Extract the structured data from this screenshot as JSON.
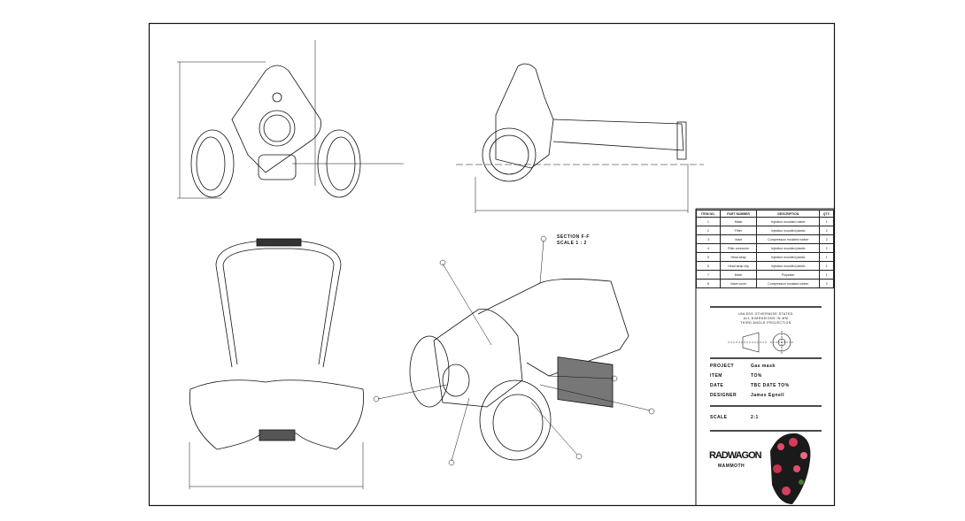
{
  "section_label": "SECTION F-F",
  "scale_label": "SCALE 1 : 2",
  "bom": {
    "headers": [
      "ITEM NO.",
      "PART NUMBER",
      "DESCRIPTION",
      "QTY."
    ],
    "rows": [
      [
        "1",
        "Mask",
        "Injection moulded rubber",
        "1"
      ],
      [
        "2",
        "Filter",
        "Injection moulded plastic",
        "2"
      ],
      [
        "3",
        "Valve",
        "Compression moulded rubber",
        "2"
      ],
      [
        "4",
        "Filter connector",
        "Injection moulded plastic",
        "2"
      ],
      [
        "5",
        "Head strap",
        "Injection moulded plastic",
        "1"
      ],
      [
        "6",
        "Head strap clip",
        "Injection moulded plastic",
        "1"
      ],
      [
        "7",
        "Mesh",
        "Polyester",
        "1"
      ],
      [
        "8",
        "Valve cover",
        "Compression moulded rubber",
        "2"
      ]
    ]
  },
  "projection_note": [
    "UNLESS OTHERWISE STATED",
    "ALL DIMENSIONS IN MM",
    "THIRD ANGLE PROJECTION"
  ],
  "title_block": {
    "project_label": "PROJECT",
    "project": "Gas mask",
    "item_label": "ITEM",
    "item": "TO%",
    "date_label": "DATE",
    "date": "TBC DATE TO%",
    "designer_label": "DESIGNER",
    "designer": "James Egnell",
    "scale_label": "SCALE",
    "scale": "2:1"
  },
  "logo": {
    "line1": "RADWAGON",
    "line2": "MAMMOTH"
  }
}
